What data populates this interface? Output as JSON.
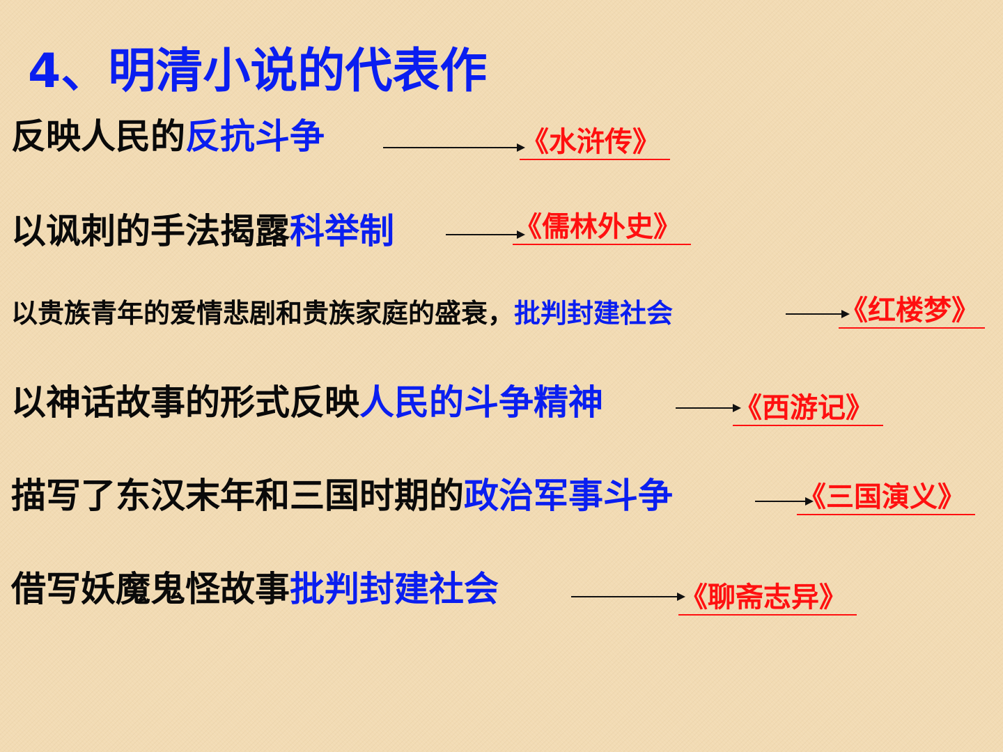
{
  "title": "4、明清小说的代表作",
  "rows": [
    {
      "prefix": "反映人民的",
      "highlight": "反抗斗争",
      "answer": "《水浒传》"
    },
    {
      "prefix": "以讽刺的手法揭露",
      "highlight": "科举制",
      "answer": "《儒林外史》"
    },
    {
      "prefix": "以贵族青年的爱情悲剧和贵族家庭的盛衰，",
      "highlight": "批判封建社会",
      "answer": "《红楼梦》"
    },
    {
      "prefix": "以神话故事的形式反映",
      "highlight": "人民的斗争精神",
      "answer": "《西游记》"
    },
    {
      "prefix": "描写了东汉末年和三国时期的",
      "highlight": "政治军事斗争",
      "answer": "《三国演义》"
    },
    {
      "prefix": "借写妖魔鬼怪故事",
      "highlight": "批判封建社会",
      "answer": "《聊斋志异》"
    }
  ],
  "colors": {
    "background": "#f2dbb4",
    "title": "#0a1ef0",
    "text": "#0a0a0a",
    "highlight": "#0a1ef0",
    "answer": "#ff1010"
  }
}
